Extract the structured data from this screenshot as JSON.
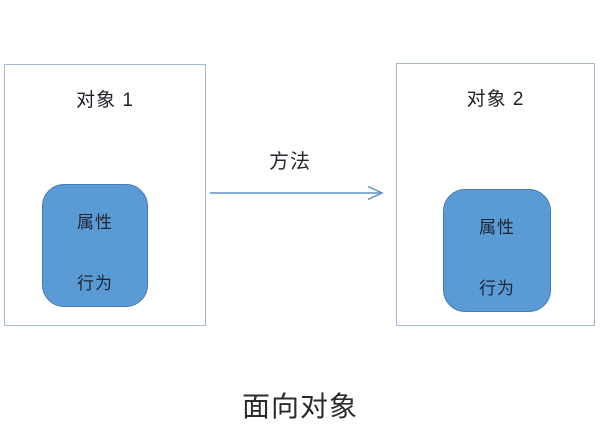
{
  "diagram": {
    "caption": "面向对象",
    "arrow": {
      "label": "方法",
      "direction": "left-to-right"
    },
    "objects": [
      {
        "title": "对象 1",
        "members": [
          "属性",
          "行为"
        ]
      },
      {
        "title": "对象 2",
        "members": [
          "属性",
          "行为"
        ]
      }
    ],
    "colors": {
      "background": "#ffffff",
      "outer_box_border": "#a4bad4",
      "inner_box_fill": "#5b9bd5",
      "inner_box_border": "#4579b0",
      "arrow": "#5d94c6",
      "label_text": "#1f1f28",
      "member_text": "#1f2430",
      "caption_text": "#2b2b2b"
    }
  }
}
